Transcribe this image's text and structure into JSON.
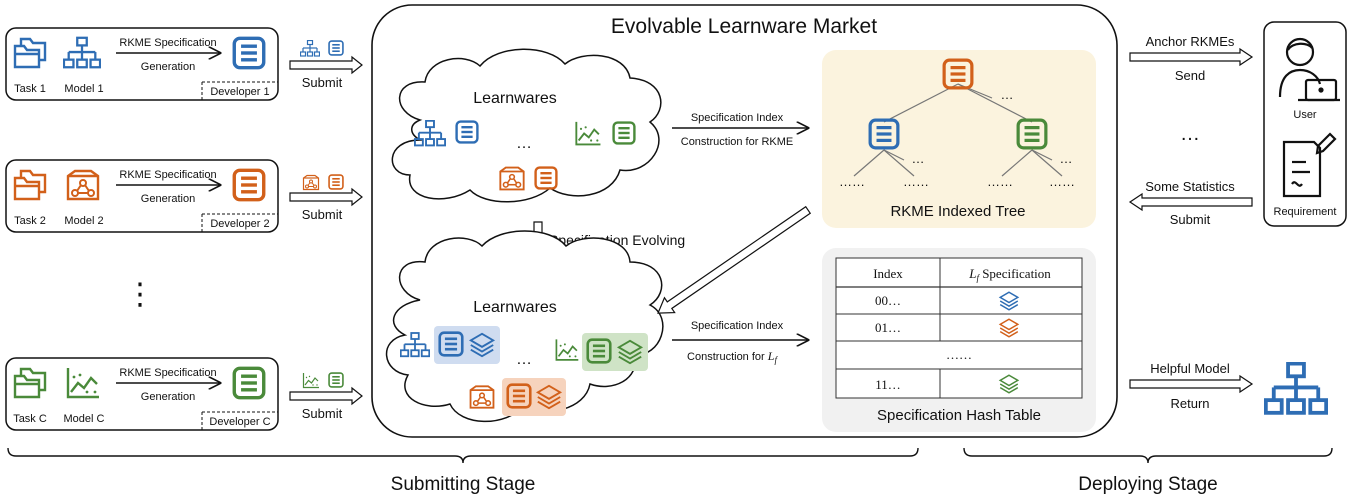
{
  "colors": {
    "blue": "#2e6db4",
    "orange": "#d2601a",
    "green": "#4a8a3a",
    "tree_bg": "#fbf3de",
    "hash_bg": "#f1f1f1",
    "blue_highlight": "#cfdcf0",
    "orange_highlight": "#f6d3bd",
    "green_highlight": "#cfe3c6"
  },
  "developers": [
    {
      "task": "Task 1",
      "model": "Model 1",
      "developer": "Developer 1",
      "color": "blue",
      "model_icon": "hierarchy-icon"
    },
    {
      "task": "Task 2",
      "model": "Model 2",
      "developer": "Developer 2",
      "color": "orange",
      "model_icon": "graph-box-icon"
    },
    {
      "task": "Task C",
      "model": "Model C",
      "developer": "Developer C",
      "color": "green",
      "model_icon": "chart-icon"
    }
  ],
  "dev_arrow": {
    "top": "RKME Specification",
    "bottom": "Generation"
  },
  "submit_label": "Submit",
  "vertical_ellipsis": "⋮",
  "market": {
    "title": "Evolvable Learnware Market",
    "cloud_top_title": "Learnwares",
    "cloud_bottom_title": "Learnwares",
    "ellipsis": "…",
    "evolve_label": "Specification Evolving",
    "index_top": {
      "line1": "Specification Index",
      "line2": "Construction for RKME"
    },
    "index_bottom": {
      "line1": "Specification Index",
      "line2_prefix": "Construction for ",
      "line2_math": "L",
      "line2_sub": "f"
    },
    "tree_title": "RKME Indexed Tree",
    "tree_dots": "……",
    "hash_title": "Specification Hash Table",
    "hash_header": [
      "Index",
      "Specification"
    ],
    "hash_header_math": "L",
    "hash_header_sub": "f",
    "hash_rows": [
      "00…",
      "01…",
      "……",
      "11…"
    ]
  },
  "right": {
    "anchor": {
      "top": "Anchor RKMEs",
      "bottom": "Send"
    },
    "stats": {
      "top": "Some Statistics",
      "bottom": "Submit"
    },
    "helpful": {
      "top": "Helpful Model",
      "bottom": "Return"
    },
    "user_label": "User",
    "requirement_label": "Requirement",
    "ellipsis": "…"
  },
  "stages": {
    "submitting": "Submitting Stage",
    "deploying": "Deploying Stage"
  }
}
